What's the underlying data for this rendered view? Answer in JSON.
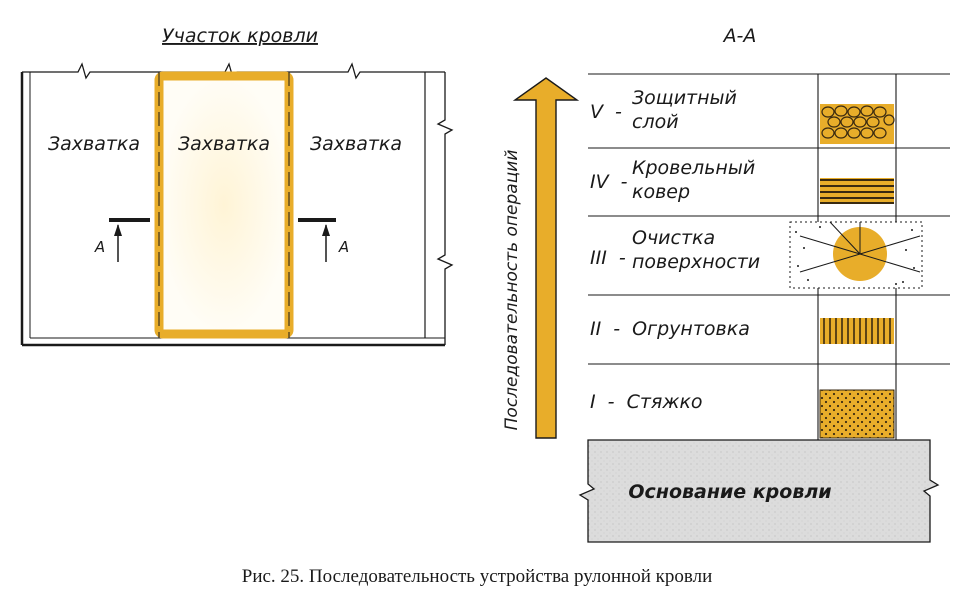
{
  "plan": {
    "title": "Участок кровли",
    "zone_left": "Захватка",
    "zone_middle": "Захватка",
    "zone_right": "Захватка",
    "section_mark_left": "А",
    "section_mark_right": "А"
  },
  "section": {
    "title": "А-А",
    "arrow_label": "Последовательность операций",
    "base_label": "Основание кровли",
    "layers": [
      {
        "numeral": "I",
        "dash": "-",
        "line1": "Стяжко",
        "line2": ""
      },
      {
        "numeral": "II",
        "dash": "-",
        "line1": "Огрунтовка",
        "line2": ""
      },
      {
        "numeral": "III",
        "dash": "-",
        "line1": "Очистка",
        "line2": "поверхности"
      },
      {
        "numeral": "IV",
        "dash": "-",
        "line1": "Кровельный",
        "line2": "ковер"
      },
      {
        "numeral": "V",
        "dash": "-",
        "line1": "Зощитный",
        "line2": "слой"
      }
    ]
  },
  "caption": "Рис. 25. Последовательность устройства рулонной кровли",
  "colors": {
    "accent_yellow": "#e8ad2a",
    "ink": "#1a1a1a",
    "base_gray": "#d9d9d9"
  }
}
